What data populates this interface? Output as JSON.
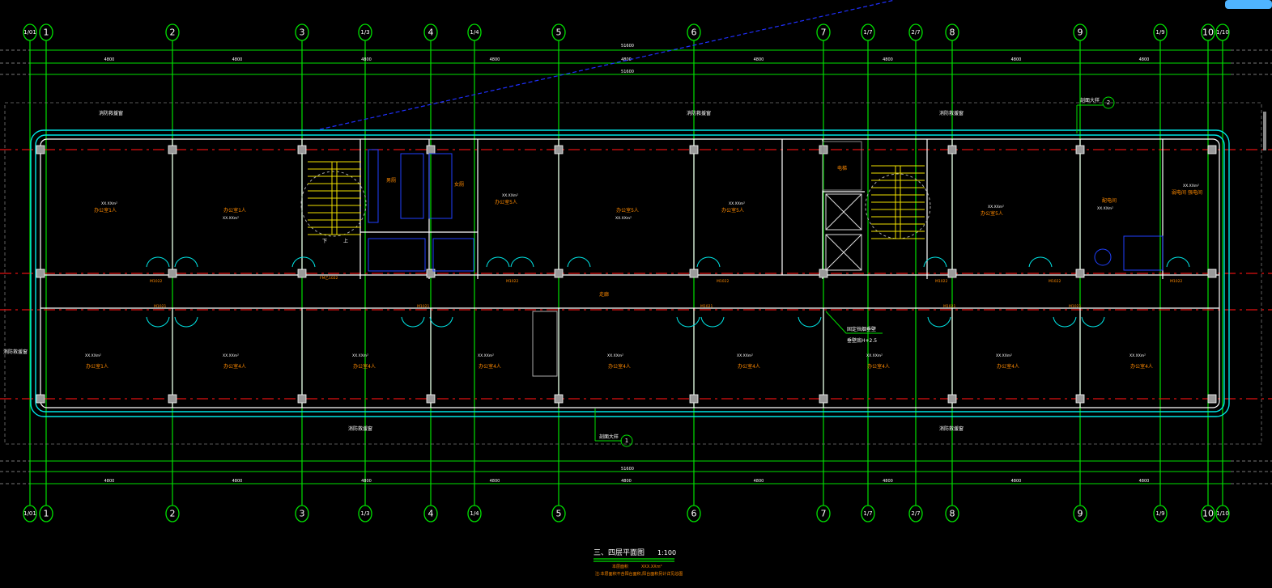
{
  "drawing": {
    "title": "三、四层平面图",
    "scale": "1:100",
    "note_1": "本层面积",
    "note_2": "XXX.XXm²",
    "note_3": "注:本层面积不含阳台面积,阳台面积另计详见总图"
  },
  "axes": [
    "1/01",
    "1",
    "2",
    "3",
    "1/3",
    "4",
    "1/4",
    "5",
    "6",
    "7",
    "1/7",
    "2/7",
    "8",
    "9",
    "1/9",
    "10",
    "1/10"
  ],
  "dimensions": {
    "bays": [
      "4800",
      "4800",
      "4800",
      "4800",
      "4800",
      "4800",
      "4800",
      "4800",
      "4800"
    ],
    "total": "51600"
  },
  "rooms_top": [
    "办公室1人",
    "办公室1人",
    "男厕",
    "女厕",
    "办公室5人",
    "办公室5人",
    "办公室5人",
    "电梯",
    "办公室5人",
    "配电间",
    "弱电间 强电间"
  ],
  "rooms_bottom": [
    "办公室1人",
    "办公室4人",
    "办公室4人",
    "办公室4人",
    "办公室4人",
    "办公室4人",
    "办公室4人",
    "办公室4人",
    "办公室4人"
  ],
  "areas": "XX.XXm²",
  "corridor": "走廊",
  "annotations": {
    "smoke_wall": "固定挡烟垂壁",
    "smoke_wall_height": "垂壁底H+2.5",
    "fire_window_1": "消防救援窗",
    "fire_window_2": "消防救援窗",
    "fire_window_3": "消防救援窗",
    "fire_window_4": "消防救援窗",
    "fire_window_5": "消防救援窗",
    "fire_window_6": "消防救援窗",
    "section_1": "剖面大样",
    "section_1_no": "1",
    "section_2": "剖面大样",
    "section_2_no": "2",
    "stair_up": "上",
    "stair_down": "下",
    "door_code": "M1022",
    "door_code_2": "M1021",
    "fire_door": "FM乙1022"
  }
}
